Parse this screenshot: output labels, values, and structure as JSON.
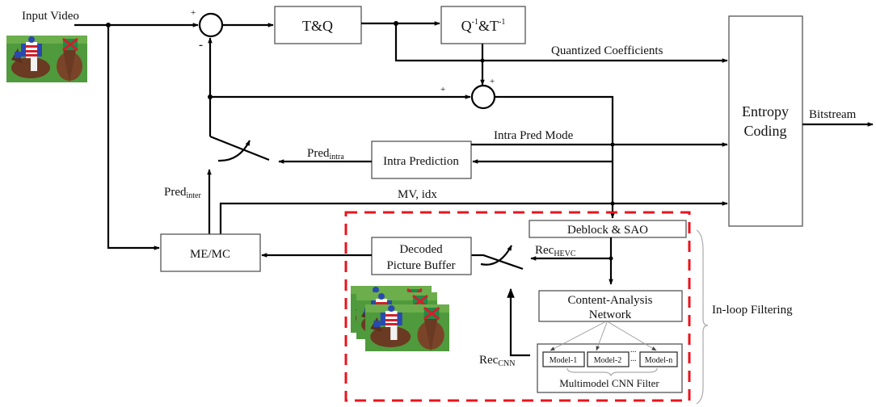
{
  "diagram": {
    "title": "Encoder with content-aware multimodel CNN in-loop filter",
    "colors": {
      "wire": "#000000",
      "box_stroke": "#555555",
      "in_loop_region": "#e8141c"
    },
    "labels": {
      "input_video": "Input Video",
      "plus": "+",
      "minus": "-",
      "quantized_coefficients": "Quantized Coefficients",
      "bitstream": "Bitstream",
      "intra_pred_mode": "Intra Pred Mode",
      "mv_idx": "MV, idx",
      "pred_intra_base": "Pred",
      "pred_intra_sub": "intra",
      "pred_inter_base": "Pred",
      "pred_inter_sub": "inter",
      "rec_hevc_base": "Rec",
      "rec_hevc_sub": "HEVC",
      "rec_cnn_base": "Rec",
      "rec_cnn_sub": "CNN",
      "in_loop_filtering": "In-loop Filtering",
      "ellipsis": "..."
    },
    "blocks": {
      "tq": "T&Q",
      "inv_tq_q": "Q",
      "inv_tq_sup1": "-1",
      "inv_tq_amp": "&T",
      "inv_tq_sup2": "-1",
      "entropy_line1": "Entropy",
      "entropy_line2": "Coding",
      "intra_prediction": "Intra Prediction",
      "me_mc": "ME/MC",
      "dpb_line1": "Decoded",
      "dpb_line2": "Picture Buffer",
      "deblock_sao": "Deblock & SAO",
      "can_line1": "Content-Analysis",
      "can_line2": "Network",
      "multimodel_filter": "Multimodel CNN Filter",
      "models": [
        "Model-1",
        "Model-2",
        "Model-n"
      ]
    },
    "images": {
      "input_frame": "racing-horses-frame",
      "decoded_frames": "racing-horses-frame-stack"
    }
  }
}
